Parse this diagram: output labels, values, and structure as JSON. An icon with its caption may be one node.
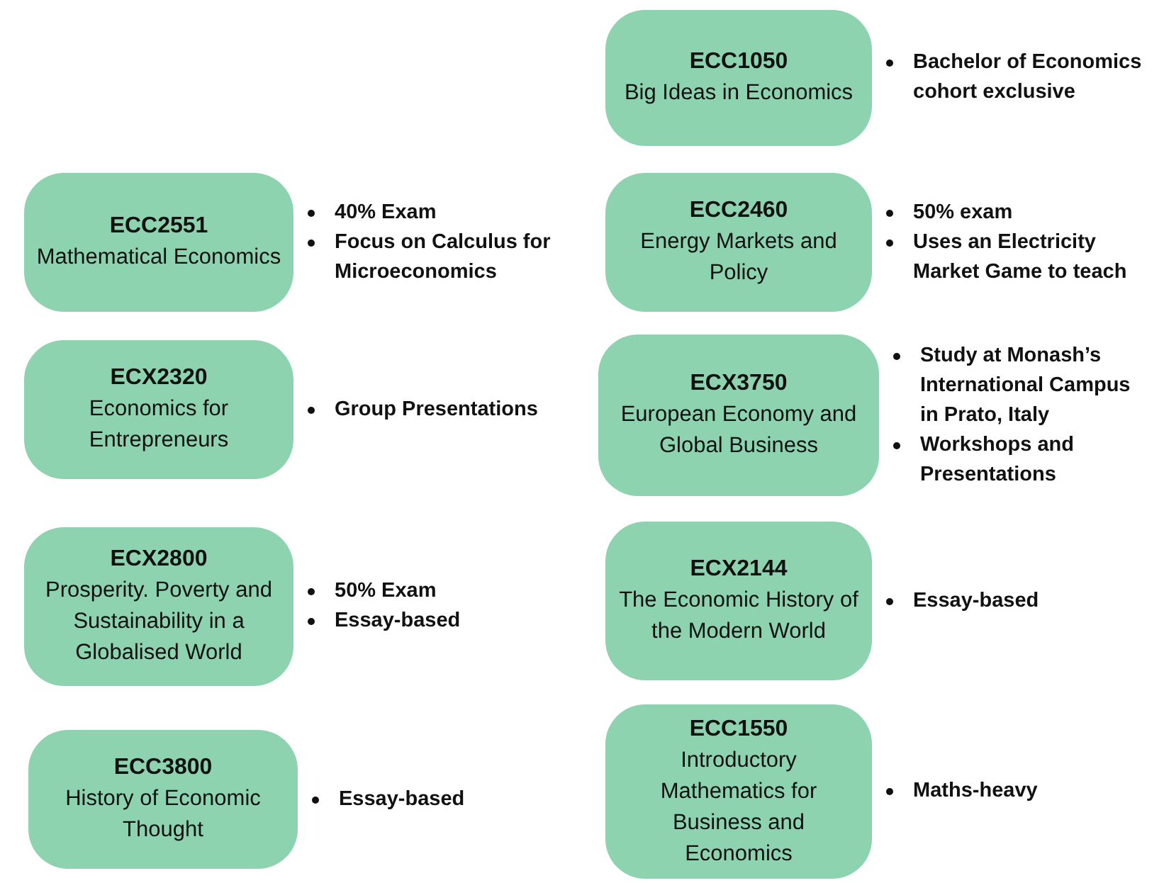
{
  "diagram": {
    "nodes": [
      {
        "text": [
          "ECC1050",
          "Big Ideas in Economics"
        ],
        "beside": [
          "Bachelor of Economics cohort exclusive"
        ]
      },
      {
        "text": [
          "ECC2551",
          "Mathematical Economics"
        ],
        "beside": [
          "40% Exam",
          "Focus on Calculus for Microeconomics"
        ]
      },
      {
        "text": [
          "ECC2460",
          "Energy Markets and Policy"
        ],
        "beside": [
          "50% exam",
          "Uses an Electricity Market Game to teach"
        ]
      },
      {
        "text": [
          "ECX2320",
          "Economics for Entrepreneurs"
        ],
        "beside": [
          "Group Presentations"
        ]
      },
      {
        "text": [
          "ECX3750",
          "European Economy and Global Business"
        ],
        "beside": [
          "Study at Monash’s International Campus in Prato, Italy",
          "Workshops and Presentations"
        ]
      },
      {
        "text": [
          "ECX2800",
          "Prosperity. Poverty and Sustainability in a Globalised World"
        ],
        "beside": [
          "50% Exam",
          "Essay-based"
        ]
      },
      {
        "text": [
          "ECX2144",
          "The Economic History of the Modern World"
        ],
        "beside": [
          "Essay-based"
        ]
      },
      {
        "text": [
          "ECC3800",
          "History of Economic Thought"
        ],
        "beside": [
          "Essay-based"
        ]
      },
      {
        "text": [
          "ECC1550",
          "Introductory Mathematics for Business and Economics"
        ],
        "beside": [
          "Maths-heavy"
        ]
      }
    ]
  }
}
